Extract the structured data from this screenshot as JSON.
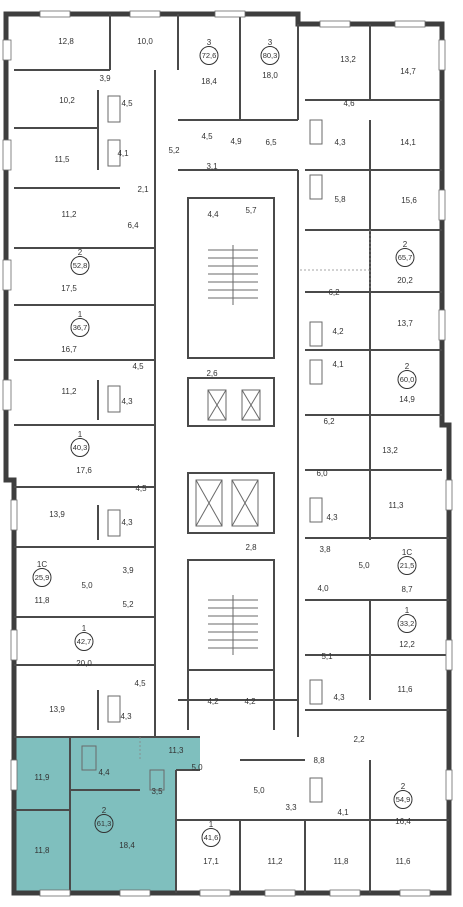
{
  "colors": {
    "wall": "#4a4a4a",
    "highlight": "#7fbfbe",
    "background": "#ffffff"
  },
  "rooms": [
    {
      "id": "r1",
      "label": "12,8"
    },
    {
      "id": "r2",
      "label": "10,0"
    },
    {
      "id": "r3",
      "label": "18,4"
    },
    {
      "id": "r4",
      "label": "18,0"
    },
    {
      "id": "r5",
      "label": "13,2"
    },
    {
      "id": "r6",
      "label": "14,7"
    },
    {
      "id": "r7",
      "label": "3,9"
    },
    {
      "id": "r8",
      "label": "10,2"
    },
    {
      "id": "r9",
      "label": "4,5"
    },
    {
      "id": "r10",
      "label": "4,6"
    },
    {
      "id": "r11",
      "label": "4,5"
    },
    {
      "id": "r12",
      "label": "4,9"
    },
    {
      "id": "r13",
      "label": "6,5"
    },
    {
      "id": "r14",
      "label": "4,3"
    },
    {
      "id": "r15",
      "label": "14,1"
    },
    {
      "id": "r16",
      "label": "11,5"
    },
    {
      "id": "r17",
      "label": "4,1"
    },
    {
      "id": "r18",
      "label": "5,2"
    },
    {
      "id": "r19",
      "label": "3,1"
    },
    {
      "id": "r20",
      "label": "2,1"
    },
    {
      "id": "r21",
      "label": "5,8"
    },
    {
      "id": "r22",
      "label": "15,6"
    },
    {
      "id": "r23",
      "label": "11,2"
    },
    {
      "id": "r24",
      "label": "6,4"
    },
    {
      "id": "r25",
      "label": "4,4"
    },
    {
      "id": "r26",
      "label": "5,7"
    },
    {
      "id": "r27",
      "label": "17,5"
    },
    {
      "id": "r28",
      "label": "20,2"
    },
    {
      "id": "r29",
      "label": "6,2"
    },
    {
      "id": "r30",
      "label": "13,7"
    },
    {
      "id": "r31",
      "label": "16,7"
    },
    {
      "id": "r32",
      "label": "4,2"
    },
    {
      "id": "r33",
      "label": "4,5"
    },
    {
      "id": "r34",
      "label": "2,6"
    },
    {
      "id": "r35",
      "label": "4,1"
    },
    {
      "id": "r36",
      "label": "11,2"
    },
    {
      "id": "r37",
      "label": "4,3"
    },
    {
      "id": "r38",
      "label": "14,9"
    },
    {
      "id": "r39",
      "label": "6,2"
    },
    {
      "id": "r40",
      "label": "13,2"
    },
    {
      "id": "r41",
      "label": "17,6"
    },
    {
      "id": "r42",
      "label": "6,0"
    },
    {
      "id": "r43",
      "label": "4,5"
    },
    {
      "id": "r44",
      "label": "11,3"
    },
    {
      "id": "r45",
      "label": "13,9"
    },
    {
      "id": "r46",
      "label": "4,3"
    },
    {
      "id": "r47",
      "label": "4,3"
    },
    {
      "id": "r48",
      "label": "2,8"
    },
    {
      "id": "r49",
      "label": "3,8"
    },
    {
      "id": "r50",
      "label": "3,9"
    },
    {
      "id": "r51",
      "label": "5,0"
    },
    {
      "id": "r52",
      "label": "5,0"
    },
    {
      "id": "r53",
      "label": "4,0"
    },
    {
      "id": "r54",
      "label": "8,7"
    },
    {
      "id": "r55",
      "label": "11,8"
    },
    {
      "id": "r56",
      "label": "5,2"
    },
    {
      "id": "r57",
      "label": "12,2"
    },
    {
      "id": "r58",
      "label": "20,0"
    },
    {
      "id": "r59",
      "label": "5,1"
    },
    {
      "id": "r60",
      "label": "4,5"
    },
    {
      "id": "r61",
      "label": "11,6"
    },
    {
      "id": "r62",
      "label": "13,9"
    },
    {
      "id": "r63",
      "label": "4,3"
    },
    {
      "id": "r64",
      "label": "4,2"
    },
    {
      "id": "r65",
      "label": "4,2"
    },
    {
      "id": "r66",
      "label": "4,3"
    },
    {
      "id": "r67",
      "label": "11,3"
    },
    {
      "id": "r68",
      "label": "2,2"
    },
    {
      "id": "r69",
      "label": "11,9"
    },
    {
      "id": "r70",
      "label": "4,4"
    },
    {
      "id": "r71",
      "label": "5,0"
    },
    {
      "id": "r72",
      "label": "8,8"
    },
    {
      "id": "r73",
      "label": "3,5"
    },
    {
      "id": "r74",
      "label": "5,0"
    },
    {
      "id": "r75",
      "label": "3,3"
    },
    {
      "id": "r76",
      "label": "4,1"
    },
    {
      "id": "r77",
      "label": "16,4"
    },
    {
      "id": "r78",
      "label": "11,8"
    },
    {
      "id": "r79",
      "label": "18,4"
    },
    {
      "id": "r80",
      "label": "17,1"
    },
    {
      "id": "r81",
      "label": "11,2"
    },
    {
      "id": "r82",
      "label": "11,8"
    },
    {
      "id": "r83",
      "label": "11,6"
    }
  ],
  "apartments": [
    {
      "id": "a1",
      "rooms": "3",
      "area": "72,6"
    },
    {
      "id": "a2",
      "rooms": "3",
      "area": "80,3"
    },
    {
      "id": "a3",
      "rooms": "2",
      "area": "52,8"
    },
    {
      "id": "a4",
      "rooms": "2",
      "area": "65,7"
    },
    {
      "id": "a5",
      "rooms": "1",
      "area": "36,7"
    },
    {
      "id": "a6",
      "rooms": "2",
      "area": "60,0"
    },
    {
      "id": "a7",
      "rooms": "1",
      "area": "40,3"
    },
    {
      "id": "a8",
      "rooms": "1С",
      "area": "25,9"
    },
    {
      "id": "a9",
      "rooms": "1С",
      "area": "21,5"
    },
    {
      "id": "a10",
      "rooms": "1",
      "area": "33,2"
    },
    {
      "id": "a11",
      "rooms": "1",
      "area": "42,7"
    },
    {
      "id": "a12",
      "rooms": "2",
      "area": "54,9"
    },
    {
      "id": "a13",
      "rooms": "1",
      "area": "41,6"
    },
    {
      "id": "a14",
      "rooms": "2",
      "area": "61,3",
      "highlighted": true
    }
  ]
}
